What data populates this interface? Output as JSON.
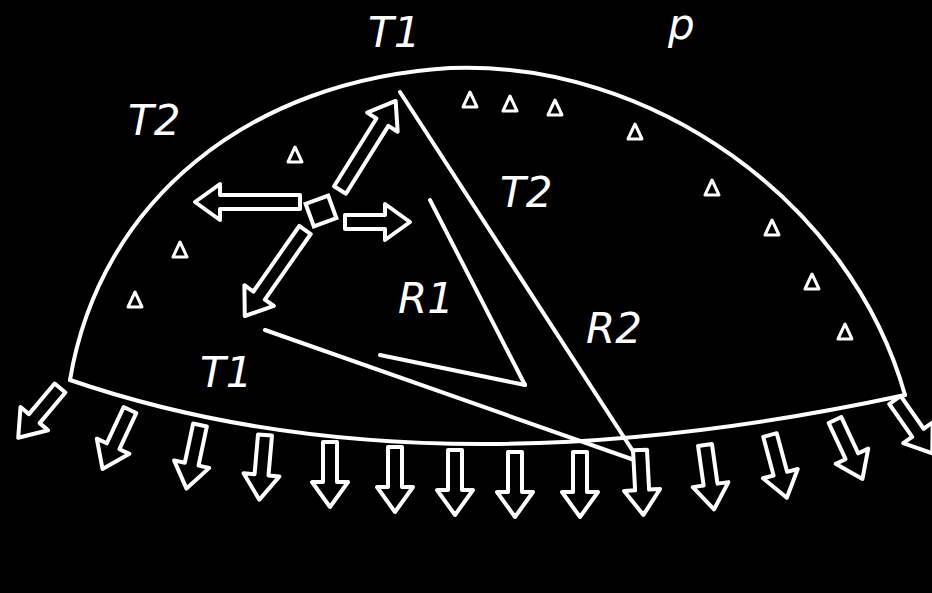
{
  "diagram": {
    "labels": [
      "T1",
      "p",
      "T2",
      "T2",
      "R1",
      "R2",
      "T1"
    ]
  }
}
